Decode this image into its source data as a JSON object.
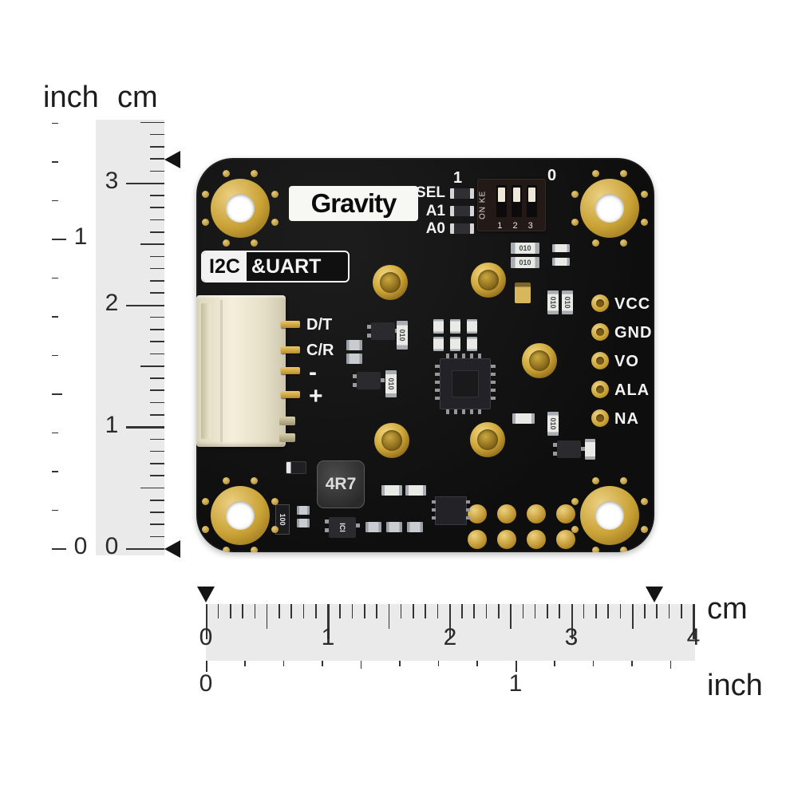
{
  "vertical_ruler": {
    "inch_label": "inch",
    "cm_label": "cm",
    "cm_numbers": [
      "3",
      "2",
      "1",
      "0"
    ],
    "inch_numbers": [
      "1",
      "0"
    ]
  },
  "horizontal_ruler": {
    "cm_label": "cm",
    "inch_label": "inch",
    "cm_numbers": [
      "0",
      "1",
      "2",
      "3",
      "4"
    ],
    "inch_numbers": [
      "0",
      "1"
    ]
  },
  "pcb": {
    "brand_label": "Gravity",
    "interface_i2c": "I2C",
    "interface_uart": "&UART",
    "dip_switch": {
      "left_value": "1",
      "right_value": "0",
      "side_text": "ON KE",
      "position_numbers": "1 2 3",
      "signal_labels": [
        "SEL",
        "A1",
        "A0"
      ]
    },
    "connector_pins": [
      "D/T",
      "C/R",
      "-",
      "+"
    ],
    "breakout_pins": [
      "VCC",
      "GND",
      "VO",
      "ALA",
      "NA"
    ],
    "inductor_marking": "4R7",
    "smd_markings": {
      "resistor": "010",
      "capacitor": "100",
      "ic": "ICI"
    }
  },
  "colors": {
    "pcb": "#111111",
    "gold": "#c9a235",
    "ruler_gray": "#eaeaea",
    "silkscreen": "#f3f3f3",
    "background": "#ffffff"
  }
}
